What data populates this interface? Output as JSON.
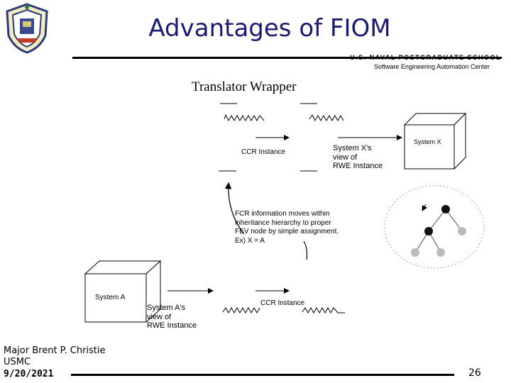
{
  "slide": {
    "title": "Advantages of FIOM",
    "school": "U.S. NAVAL POSTGRADUATE SCHOOL",
    "center": "Software Engineering Automation Center",
    "page_number": "26"
  },
  "diagram": {
    "wrapper_title": "Translator Wrapper",
    "system_x": "System X",
    "system_a": "System A",
    "ccr_top": "CCR Instance",
    "ccr_bottom": "CCR Instance",
    "x_view": [
      "System X's",
      "view of",
      "RWE Instance"
    ],
    "a_view": [
      "System A's",
      "view of",
      "RWE Instance"
    ],
    "note": [
      "FCR information moves within",
      "inheritance hierarchy to proper",
      "FEV node by simple assignment.",
      "Ex)  X = A"
    ]
  },
  "footer": {
    "author": "Major Brent P. Christie",
    "org": "USMC",
    "date": "9/20/2021"
  }
}
